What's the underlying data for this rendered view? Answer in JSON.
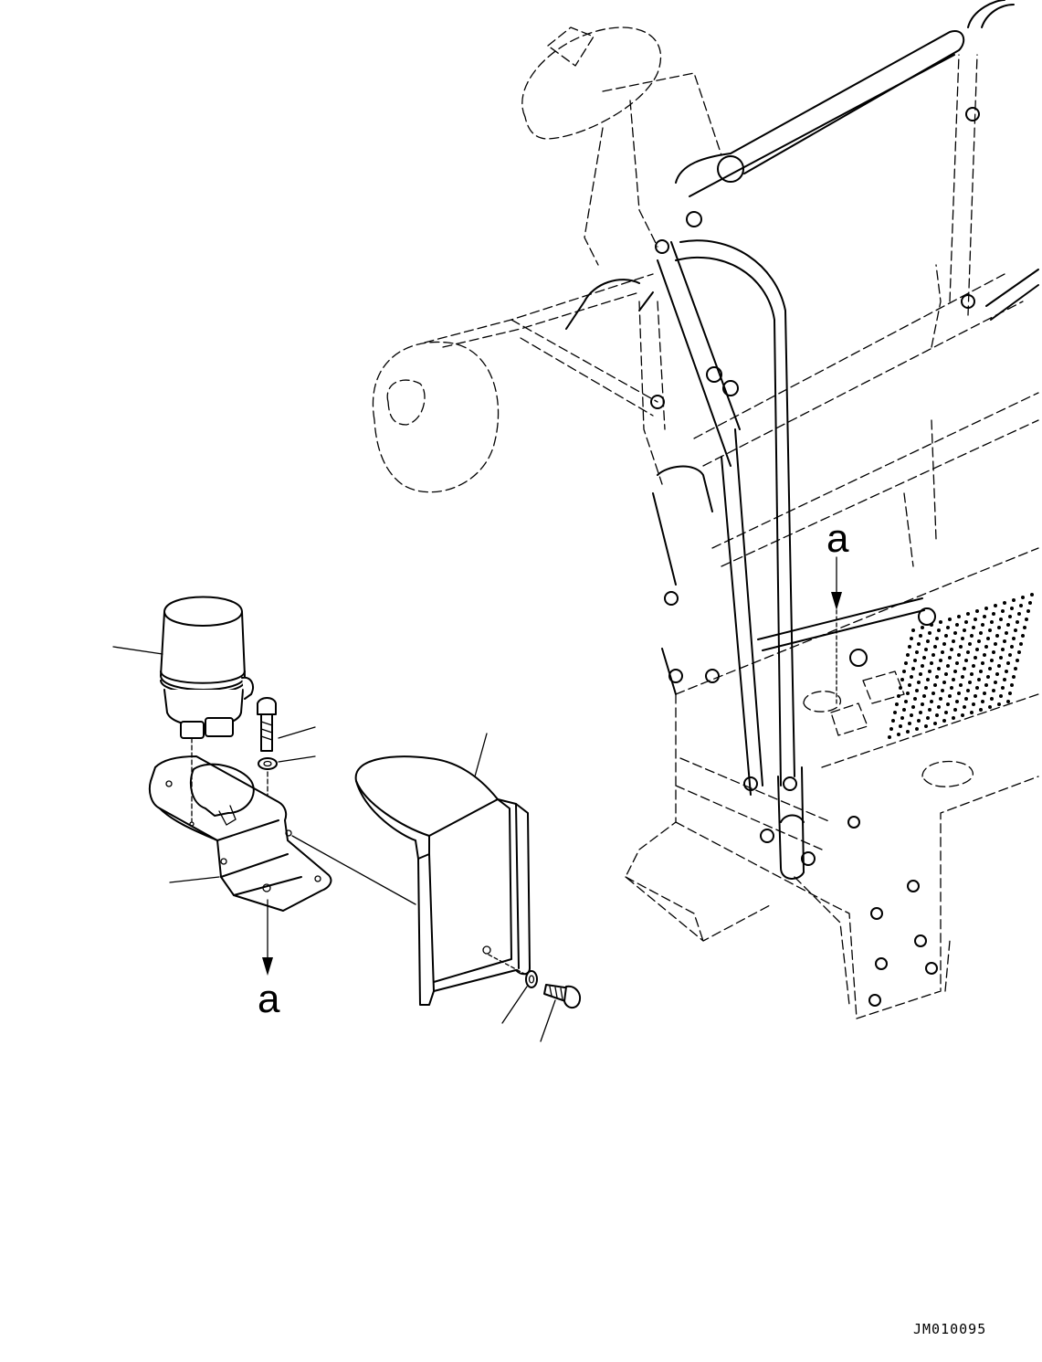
{
  "reference_marks": {
    "upper": "a",
    "lower": "a"
  },
  "drawing_code": "JM010095",
  "colors": {
    "line": "#000000",
    "background": "#ffffff"
  }
}
